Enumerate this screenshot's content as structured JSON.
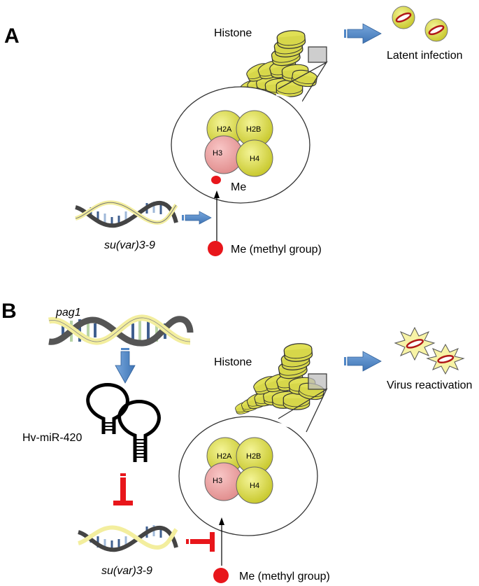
{
  "panels": {
    "a": {
      "letter": "A",
      "histone_label": "Histone",
      "outcome_label": "Latent infection",
      "gene_label": "su(var)3-9",
      "me_label": "Me",
      "methyl_label": "Me (methyl group)",
      "subunits": [
        "H2A",
        "H2B",
        "H3",
        "H4"
      ]
    },
    "b": {
      "letter": "B",
      "gene_top_label": "pag1",
      "mirna_label": "Hv-miR-420",
      "histone_label": "Histone",
      "outcome_label": "Virus reactivation",
      "gene_label": "su(var)3-9",
      "methyl_label": "Me (methyl group)",
      "subunits": [
        "H2A",
        "H2B",
        "H3",
        "H4"
      ]
    }
  },
  "colors": {
    "histone_yellow": "#e6e65a",
    "h3_pink": "#f2a5a5",
    "methyl_red": "#e8161b",
    "arrow_blue": "#4f86c6",
    "inhibit_red": "#e8161b",
    "virus_ring": "#b01818"
  },
  "icons": [
    "dna-helix-icon",
    "histone-cluster-icon",
    "hairpin-rna-icon",
    "virus-icon",
    "burst-virus-icon"
  ]
}
